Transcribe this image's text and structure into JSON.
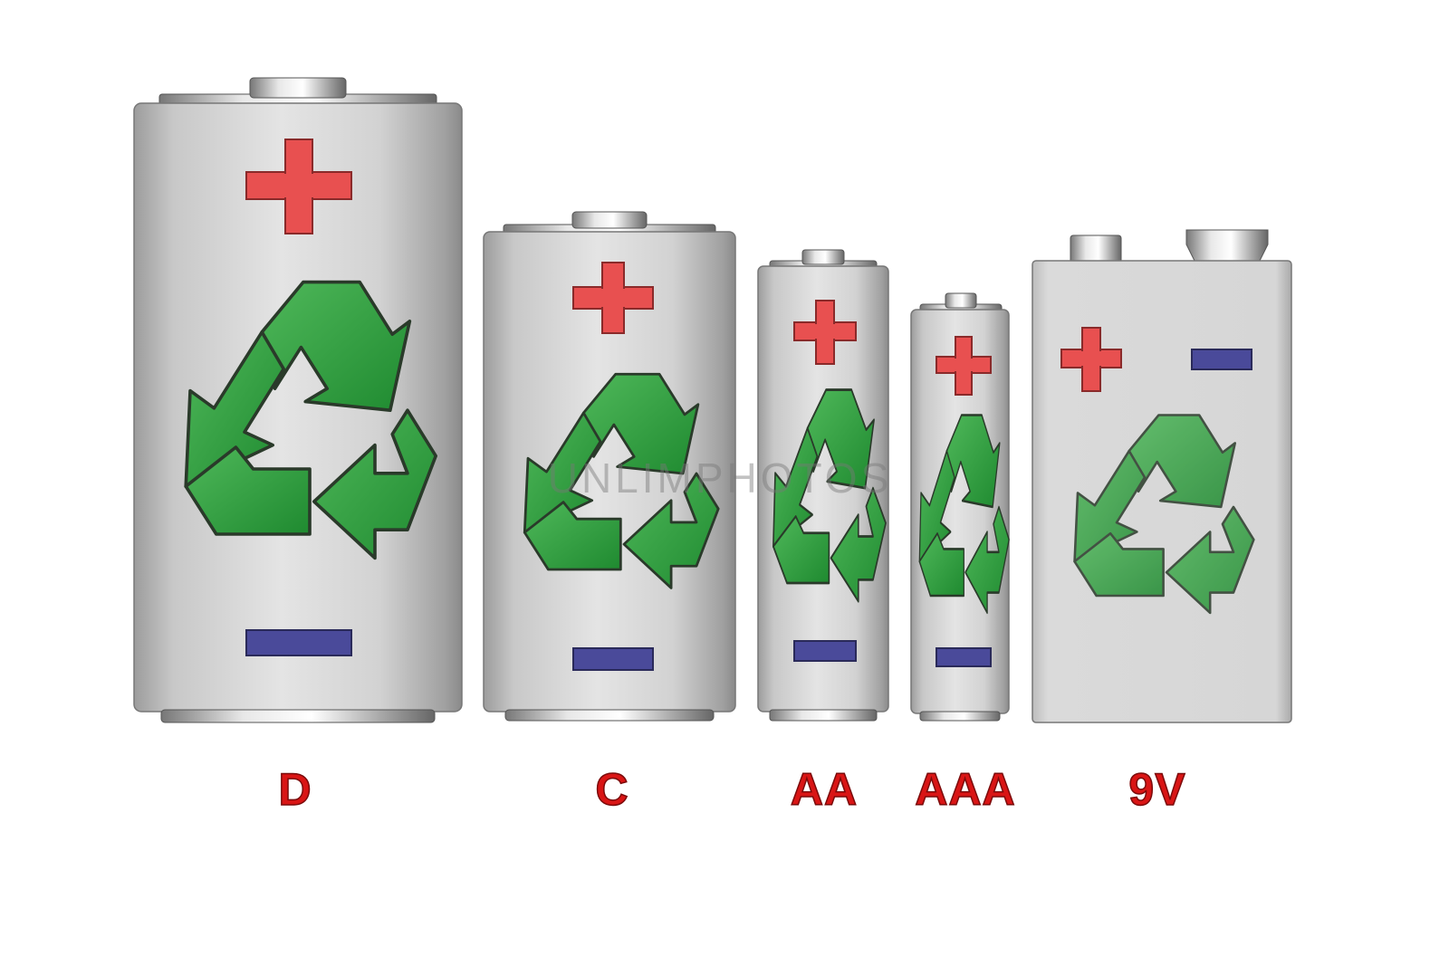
{
  "colors": {
    "label": "#d91515",
    "plus": "#e85050",
    "minus": "#4a4a9a",
    "recycle": "#2e9a3e",
    "body": "#d8d8d8"
  },
  "batteries": [
    {
      "id": "d",
      "label": "D",
      "type": "cylinder"
    },
    {
      "id": "c",
      "label": "C",
      "type": "cylinder"
    },
    {
      "id": "aa",
      "label": "AA",
      "type": "cylinder"
    },
    {
      "id": "aaa",
      "label": "AAA",
      "type": "cylinder"
    },
    {
      "id": "9v",
      "label": "9V",
      "type": "rectangular"
    }
  ],
  "watermark": "UNLIMPHOTOS"
}
